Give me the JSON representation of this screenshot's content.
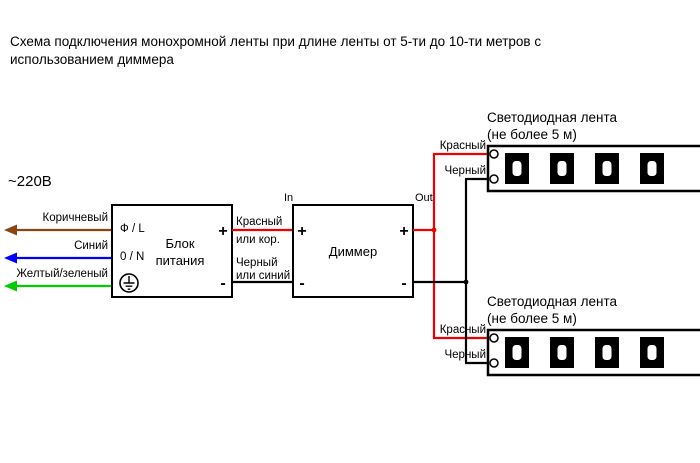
{
  "title": {
    "line1": "Схема подключения монохромной ленты при длине ленты от 5-ти до 10-ти метров с",
    "line2": "использованием диммера"
  },
  "mains": {
    "voltage": "~220В",
    "brown_label": "Коричневый",
    "blue_label": "Синий",
    "green_label": "Желтый/зеленый"
  },
  "psu": {
    "terminal_l": "Ф / L",
    "terminal_n": "0 / N",
    "name_line1": "Блок",
    "name_line2": "питания",
    "plus": "+",
    "minus": "-"
  },
  "link": {
    "red_line1": "Красный",
    "red_line2": "или кор.",
    "black_line1": "Черный",
    "black_line2": "или синий"
  },
  "dimmer": {
    "name": "Диммер",
    "in": "In",
    "out": "Out",
    "plus": "+",
    "minus": "-"
  },
  "strip1": {
    "title_line1": "Светодиодная лента",
    "title_line2": "(не более 5 м)",
    "red_wire": "Красный",
    "black_wire": "Черный"
  },
  "strip2": {
    "title_line1": "Светодиодная лента",
    "title_line2": "(не более 5 м)",
    "red_wire": "Красный",
    "black_wire": "Черный"
  },
  "colors": {
    "red": "#ee0000",
    "black": "#000000",
    "brown": "#8b4513",
    "blue": "#0000ff",
    "green": "#00cc00"
  }
}
